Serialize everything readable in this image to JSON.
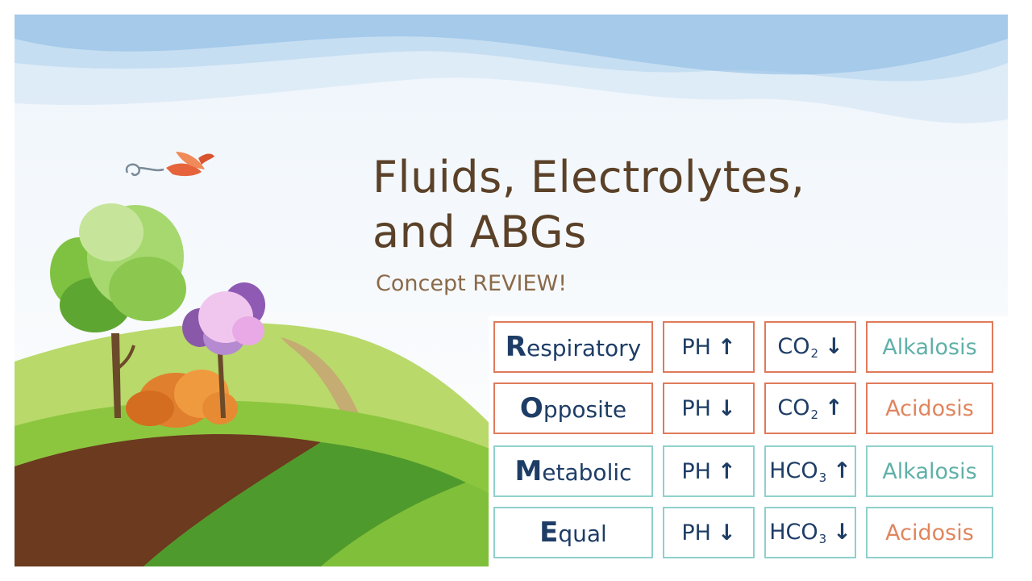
{
  "slide": {
    "title_line1": "Fluids, Electrolytes,",
    "title_line2": "and ABGs",
    "subtitle": "Concept REVIEW!"
  },
  "roame_table": {
    "rows": [
      {
        "initial": "R",
        "rest": "espiratory",
        "ph_label": "PH",
        "ph_arrow": "↑",
        "gas_main": "CO",
        "gas_sub": "2",
        "gas_arrow": "↓",
        "result": "Alkalosis"
      },
      {
        "initial": "O",
        "rest": "pposite",
        "ph_label": "PH",
        "ph_arrow": "↓",
        "gas_main": "CO",
        "gas_sub": "2",
        "gas_arrow": "↑",
        "result": "Acidosis"
      },
      {
        "initial": "M",
        "rest": "etabolic",
        "ph_label": "PH",
        "ph_arrow": "↑",
        "gas_main": "HCO",
        "gas_sub": "3",
        "gas_arrow": "↑",
        "result": "Alkalosis"
      },
      {
        "initial": "E",
        "rest": "qual",
        "ph_label": "PH",
        "ph_arrow": "↓",
        "gas_main": "HCO",
        "gas_sub": "3",
        "gas_arrow": "↓",
        "result": "Acidosis"
      }
    ]
  },
  "colors": {
    "title": "#5a4128",
    "row_text": "#1e3d66",
    "border_respiratory": "#e07a5a",
    "border_metabolic": "#8fd0cc",
    "alkalosis": "#5fb0a8",
    "acidosis": "#e0855e"
  },
  "illustration": {
    "icons": [
      "bird-icon",
      "swirl-icon",
      "green-tree-icon",
      "purple-tree-icon",
      "orange-bush-icon"
    ]
  }
}
